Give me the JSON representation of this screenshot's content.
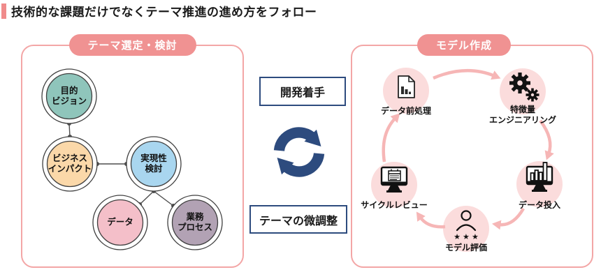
{
  "page_title": "技術的な課題だけでなくテーマ推進の進め方をフォロー",
  "colors": {
    "accent_salmon": "#F08B8B",
    "pill_background": "#F09292",
    "panel_border": "#F3A6A6",
    "navy": "#2D4B7E",
    "cycle_arrow_pink": "#F6B6B6",
    "cycle_circle_pink": "#FBDCDC",
    "connector_gray": "#4D4D4D"
  },
  "left_panel": {
    "title": "テーマ選定・検討",
    "nodes": [
      {
        "label": "目的\nビジョン",
        "color": "#8FC5BB"
      },
      {
        "label": "ビジネス\nインパクト",
        "color": "#FBD8A9"
      },
      {
        "label": "実現性\n検討",
        "color": "#A9D6EF"
      },
      {
        "label": "データ",
        "color": "#F4BFC9"
      },
      {
        "label": "業務\nプロセス",
        "color": "#B2A2B4"
      }
    ]
  },
  "middle": {
    "top_box_label": "開発着手",
    "bottom_box_label": "テーマの微調整",
    "icon": "refresh-cycle-icon"
  },
  "right_panel": {
    "title": "モデル作成",
    "nodes": [
      {
        "label": "データ前処理",
        "icon": "document-chart-icon"
      },
      {
        "label": "特徴量\nエンジニアリング",
        "icon": "gears-icon"
      },
      {
        "label": "データ投入",
        "icon": "monitor-chart-icon"
      },
      {
        "label": "モデル評価",
        "icon": "person-stars-icon",
        "stars": "★ ★ ★"
      },
      {
        "label": "サイクルレビュー",
        "icon": "monitor-checklist-icon"
      }
    ]
  }
}
